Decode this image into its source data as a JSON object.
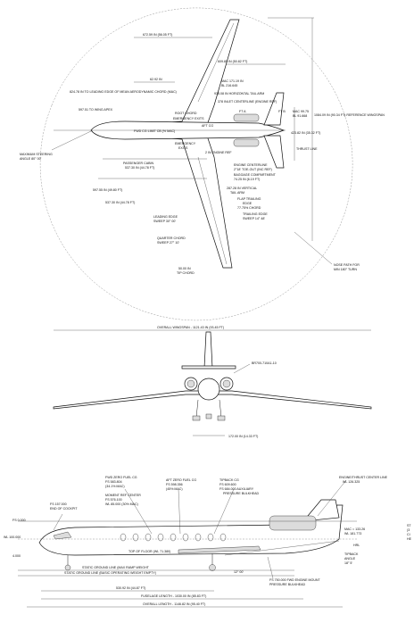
{
  "top_view": {
    "dim_top_left": "672.59 IN (56.05 FT)",
    "dim_top_right": "609.80 IN (50.82 FT)",
    "dim_small_1": "62.92 IN",
    "leading_edge_mac": "824.78 IN TO LEADING EDGE OF MEAN AERODYNAMIC CHORD (MAC)",
    "to_wing_apex": "597.51 TO WING APEX",
    "mac_tail_1": "MAC 171.19 IN",
    "mac_tail_2": "BL 216.645",
    "tail_arm": "978.08 IN HORIZONTAL TAIL ARM",
    "inlet_cl": "378 INLET CENTERLINE (ENGINE REF)",
    "root_chord": "ROOT CHORD",
    "emergency_exits": "EMERGENCY EXITS",
    "ft_a": "FT A",
    "ft_b": "FT B",
    "fwd_cg_limit": "FWD CG LIMIT  CB (% MAC)",
    "emergency": "EMERGENCY",
    "exits": "EXITS",
    "aft_cg": "AFT CG",
    "mac_wing_1": "MAC 99.75",
    "mac_wing_2": "BL 91.668",
    "wingspan_ref": "1084.09 IN (90.34 FT) REFERENCE WINGSPAN",
    "dim_right_small": "423.82 IN (35.32 FT)",
    "max_steering_1": "MAXIMUM STEERING",
    "max_steering_2": "ANGLE  80° 00'",
    "engine_ref": "2 IN ENGINE REF",
    "passenger_cabin_1": "PASSENGER CABIN",
    "passenger_cabin_2": "537.30 IN (44.78 FT)",
    "engine_centerline": "ENGINE CENTERLINE",
    "engine_cl_2": "2°18' TOE-OUT (INC REF)",
    "baggage_1": "BAGGAGE COMPARTMENT",
    "baggage_2": "74.25 IN (6.19 FT)",
    "vertical_tail_1": "287.28 IN VERTICAL",
    "vertical_tail_2": "TAIL ARM",
    "thrust_line": "THRUST LINE",
    "flap_1": "FLAP TRAILING",
    "flap_2": "EDGE",
    "flap_3": "77.75% CHORD",
    "trailing_1": "TRAILING EDGE",
    "trailing_2": "SWEEP  14° 48'",
    "dim_left_1": "597.55 IN (49.80 FT)",
    "dim_left_2": "537.30 IN (44.78 FT)",
    "leading_sweep_1": "LEADING EDGE",
    "leading_sweep_2": "SWEEP  30° 00'",
    "quarter_1": "QUARTER CHORD",
    "quarter_2": "SWEEP  27° 10'",
    "tip_chord_1": "50.00 IN",
    "tip_chord_2": "TIP CHORD",
    "nose_path_1": "NOSE PATH FOR",
    "nose_path_2": "MIN 180° TURN"
  },
  "front_view": {
    "wingspan": "OVERALL WINGSPAN - 1121.43 IN (93.45 FT)",
    "engine": "BR700-710A1-10",
    "width": "172.00 IN (14.33 FT)"
  },
  "side_view": {
    "fwd_zero_fuel_1": "FWD ZERO FUEL CG",
    "fwd_zero_fuel_2": "FS 583.804",
    "fwd_zero_fuel_3": "(34.1% MAC)",
    "moment_1": "MOMENT REF CENTER",
    "moment_2": "FS 576.100",
    "moment_3": "WL 85.000 (30% MAC)",
    "aft_zero_1": "AFT ZERO FUEL CG",
    "aft_zero_2": "FS 598.356",
    "aft_zero_3": "(45% MAC)",
    "tipback_1": "TIPBACK CG",
    "tipback_2": "FS 609.600",
    "aux_1": "FS 684.000  AUXILIARY",
    "aux_2": "PRESSURE BULKHEAD",
    "engine_thrust_1": "ENGINE/THRUST CENTER LINE",
    "engine_thrust_2": "WL 126.325",
    "fs_157_1": "FS 157.000",
    "fs_157_2": "END OF COCKPIT",
    "fs_0": "FS 0.000",
    "wl_100": "WL 100.000",
    "wl_4": "4.000",
    "top_floor": "TOP OF FLOOR (WL 71.380)",
    "mac_1": "MAC = 133.26",
    "mac_2": "WL 181.773",
    "hrl": "HRL",
    "side_clip_1": "ST",
    "side_clip_2": "(3",
    "side_clip_3": "CI",
    "side_clip_4": "HE",
    "tipback_angle_1": "TIPBACK",
    "tipback_angle_2": "ANGLE",
    "tipback_angle_3": "18° 5'",
    "ground_max": "STATIC GROUND LINE (MAX RAMP WEIGHT",
    "ground_basic": "STATIC GROUND LINE (BASIC OPERATING WEIGHT EMPTY)",
    "angle_12": "12° 00'",
    "fs_750_1": "FS 750.000 FWD ENGINE MOUNT",
    "fs_750_2": "PRESSURE BULKHEAD",
    "dim_530": "530.92 IN (44.87 FT)",
    "fuselage_length": "FUSELAGE LENGTH - 1030.00 IN (85.83 FT)",
    "overall_length": "OVERALL LENGTH - 1146.82 IN (95.40 FT)"
  }
}
